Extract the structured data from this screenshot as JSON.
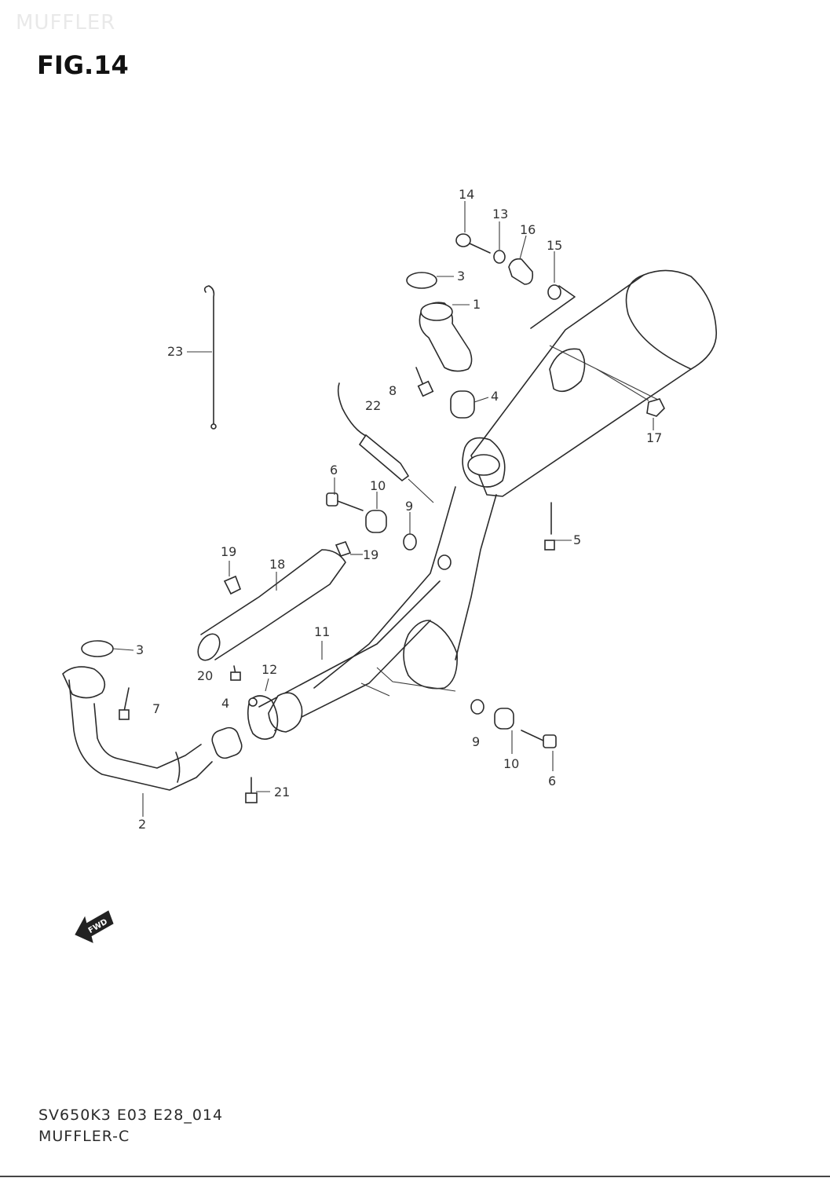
{
  "header": {
    "faint_title": "MUFFLER",
    "figure_title": "FIG.14"
  },
  "footer": {
    "drawing_code": "SV650K3 E03 E28_014",
    "drawing_name": "MUFFLER-C"
  },
  "fwd_indicator": {
    "label": "FWD",
    "icon": "forward-arrow-icon"
  },
  "callouts": [
    {
      "id": "c14a",
      "text": "14"
    },
    {
      "id": "c13",
      "text": "13"
    },
    {
      "id": "c16",
      "text": "16"
    },
    {
      "id": "c15",
      "text": "15"
    },
    {
      "id": "c3a",
      "text": "3"
    },
    {
      "id": "c1",
      "text": "1"
    },
    {
      "id": "c23",
      "text": "23"
    },
    {
      "id": "c8",
      "text": "8"
    },
    {
      "id": "c22",
      "text": "22"
    },
    {
      "id": "c4a",
      "text": "4"
    },
    {
      "id": "c17",
      "text": "17"
    },
    {
      "id": "c6a",
      "text": "6"
    },
    {
      "id": "c10a",
      "text": "10"
    },
    {
      "id": "c9a",
      "text": "9"
    },
    {
      "id": "c5",
      "text": "5"
    },
    {
      "id": "c19a",
      "text": "19"
    },
    {
      "id": "c19b",
      "text": "19"
    },
    {
      "id": "c18",
      "text": "18"
    },
    {
      "id": "c11",
      "text": "11"
    },
    {
      "id": "c3b",
      "text": "3"
    },
    {
      "id": "c20",
      "text": "20"
    },
    {
      "id": "c12",
      "text": "12"
    },
    {
      "id": "c4b",
      "text": "4"
    },
    {
      "id": "c7",
      "text": "7"
    },
    {
      "id": "c9b",
      "text": "9"
    },
    {
      "id": "c10b",
      "text": "10"
    },
    {
      "id": "c6b",
      "text": "6"
    },
    {
      "id": "c21",
      "text": "21"
    },
    {
      "id": "c2",
      "text": "2"
    }
  ]
}
